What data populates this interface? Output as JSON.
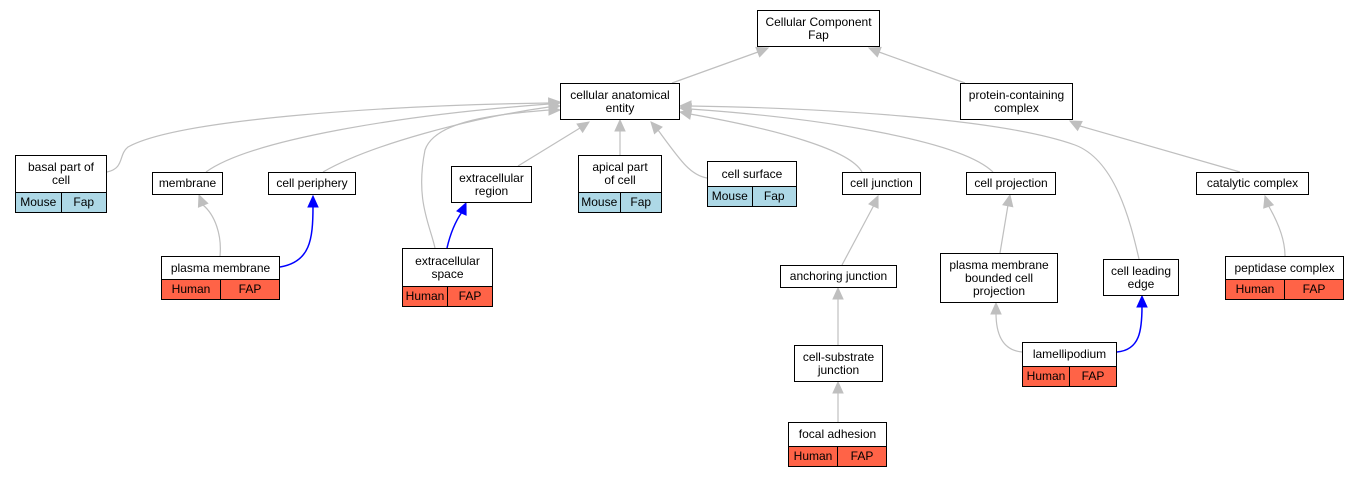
{
  "colors": {
    "mouse_tag": "#add8e6",
    "human_tag": "#ff6347",
    "edge_default": "#bfbfbf",
    "edge_highlight": "#0000ff"
  },
  "nodes": {
    "root": {
      "label": "Cellular Component\nFap"
    },
    "cellular_anatomical_entity": {
      "label": "cellular anatomical\nentity"
    },
    "protein_containing_complex": {
      "label": "protein-containing\ncomplex"
    },
    "basal_part_of_cell": {
      "label": "basal part of\ncell",
      "tags": [
        "Mouse",
        "Fap"
      ]
    },
    "membrane": {
      "label": "membrane"
    },
    "cell_periphery": {
      "label": "cell periphery"
    },
    "extracellular_region": {
      "label": "extracellular\nregion"
    },
    "apical_part_of_cell": {
      "label": "apical part\nof cell",
      "tags": [
        "Mouse",
        "Fap"
      ]
    },
    "cell_surface": {
      "label": "cell surface",
      "tags": [
        "Mouse",
        "Fap"
      ]
    },
    "cell_junction": {
      "label": "cell junction"
    },
    "cell_projection": {
      "label": "cell projection"
    },
    "catalytic_complex": {
      "label": "catalytic complex"
    },
    "plasma_membrane": {
      "label": "plasma membrane",
      "tags": [
        "Human",
        "FAP"
      ]
    },
    "extracellular_space": {
      "label": "extracellular\nspace",
      "tags": [
        "Human",
        "FAP"
      ]
    },
    "anchoring_junction": {
      "label": "anchoring junction"
    },
    "plasma_membrane_bounded_cell_projection": {
      "label": "plasma membrane\nbounded cell\nprojection"
    },
    "cell_leading_edge": {
      "label": "cell leading\nedge"
    },
    "peptidase_complex": {
      "label": "peptidase complex",
      "tags": [
        "Human",
        "FAP"
      ]
    },
    "cell_substrate_junction": {
      "label": "cell-substrate\njunction"
    },
    "lamellipodium": {
      "label": "lamellipodium",
      "tags": [
        "Human",
        "FAP"
      ]
    },
    "focal_adhesion": {
      "label": "focal adhesion",
      "tags": [
        "Human",
        "FAP"
      ]
    }
  },
  "edges": [
    {
      "from": "cellular_anatomical_entity",
      "to": "root",
      "kind": "is_a"
    },
    {
      "from": "protein_containing_complex",
      "to": "root",
      "kind": "is_a"
    },
    {
      "from": "basal_part_of_cell",
      "to": "cellular_anatomical_entity",
      "kind": "is_a"
    },
    {
      "from": "membrane",
      "to": "cellular_anatomical_entity",
      "kind": "is_a"
    },
    {
      "from": "cell_periphery",
      "to": "cellular_anatomical_entity",
      "kind": "is_a"
    },
    {
      "from": "extracellular_region",
      "to": "cellular_anatomical_entity",
      "kind": "is_a"
    },
    {
      "from": "extracellular_space",
      "to": "cellular_anatomical_entity",
      "kind": "is_a"
    },
    {
      "from": "apical_part_of_cell",
      "to": "cellular_anatomical_entity",
      "kind": "is_a"
    },
    {
      "from": "cell_surface",
      "to": "cellular_anatomical_entity",
      "kind": "is_a"
    },
    {
      "from": "cell_junction",
      "to": "cellular_anatomical_entity",
      "kind": "is_a"
    },
    {
      "from": "cell_projection",
      "to": "cellular_anatomical_entity",
      "kind": "is_a"
    },
    {
      "from": "cell_leading_edge",
      "to": "cellular_anatomical_entity",
      "kind": "is_a"
    },
    {
      "from": "catalytic_complex",
      "to": "protein_containing_complex",
      "kind": "is_a"
    },
    {
      "from": "plasma_membrane",
      "to": "membrane",
      "kind": "is_a"
    },
    {
      "from": "plasma_membrane",
      "to": "cell_periphery",
      "kind": "part_of"
    },
    {
      "from": "extracellular_space",
      "to": "extracellular_region",
      "kind": "part_of"
    },
    {
      "from": "anchoring_junction",
      "to": "cell_junction",
      "kind": "is_a"
    },
    {
      "from": "cell_substrate_junction",
      "to": "anchoring_junction",
      "kind": "is_a"
    },
    {
      "from": "focal_adhesion",
      "to": "cell_substrate_junction",
      "kind": "is_a"
    },
    {
      "from": "plasma_membrane_bounded_cell_projection",
      "to": "cell_projection",
      "kind": "is_a"
    },
    {
      "from": "lamellipodium",
      "to": "plasma_membrane_bounded_cell_projection",
      "kind": "is_a"
    },
    {
      "from": "lamellipodium",
      "to": "cell_leading_edge",
      "kind": "part_of"
    },
    {
      "from": "peptidase_complex",
      "to": "catalytic_complex",
      "kind": "is_a"
    }
  ]
}
